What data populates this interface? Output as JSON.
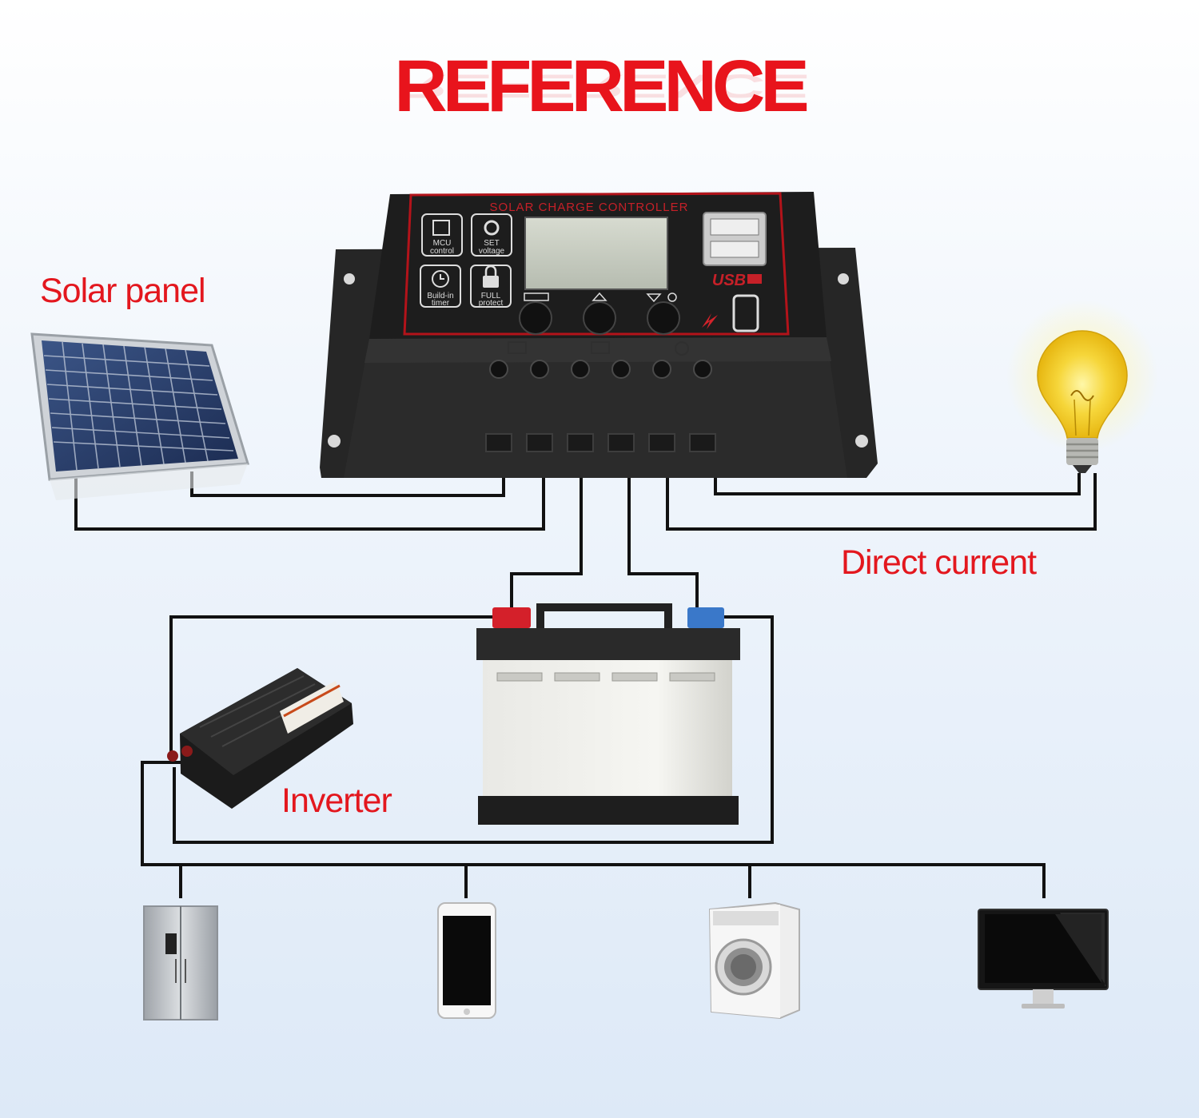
{
  "title": "REFERENCE",
  "labels": {
    "solar_panel": "Solar panel",
    "direct_current": "Direct current",
    "inverter": "Inverter"
  },
  "controller": {
    "header": "SOLAR CHARGE CONTROLLER",
    "usb_label": "USB",
    "features": [
      {
        "line1": "MCU",
        "line2": "control"
      },
      {
        "line1": "SET",
        "line2": "voltage"
      },
      {
        "line1": "Build-in",
        "line2": "timer"
      },
      {
        "line1": "FULL",
        "line2": "protect"
      }
    ]
  },
  "colors": {
    "accent_red": "#e3171e",
    "wire": "#111111",
    "controller_body": "#2a2a2a",
    "battery_pos": "#d4202a",
    "battery_neg": "#3a78c9"
  }
}
